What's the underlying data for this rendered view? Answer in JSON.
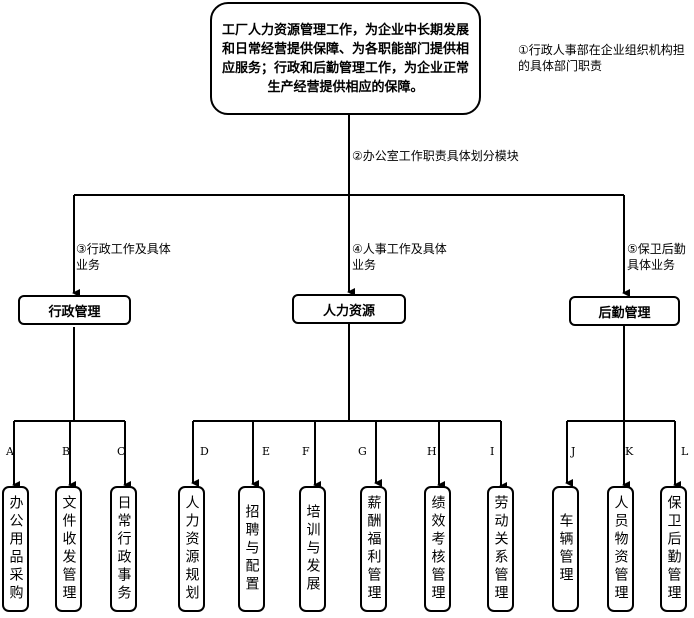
{
  "root_text": "工厂人力资源管理工作，为企业中长期发展和日常经营提供保障、为各职能部门提供相应服务；行政和后勤管理工作，为企业正常生产经营提供相应的保障。",
  "notes": {
    "n1": "①行政人事部在企业组织机构担的具体部门职责",
    "n2": "②办公室工作职责具体划分模块",
    "n3": "③行政工作及具体业务",
    "n4": "④人事工作及具体业务",
    "n5": "⑤保卫后勤具体业务"
  },
  "departments": {
    "admin": "行政管理",
    "hr": "人力资源",
    "logistics": "后勤管理"
  },
  "leaves": [
    {
      "letter": "A",
      "label": "办公用品采购"
    },
    {
      "letter": "B",
      "label": "文件收发管理"
    },
    {
      "letter": "C",
      "label": "日常行政事务"
    },
    {
      "letter": "D",
      "label": "人力资源规划"
    },
    {
      "letter": "E",
      "label": "招聘与配置"
    },
    {
      "letter": "F",
      "label": "培训与发展"
    },
    {
      "letter": "G",
      "label": "薪酬福利管理"
    },
    {
      "letter": "H",
      "label": "绩效考核管理"
    },
    {
      "letter": "I",
      "label": "劳动关系管理"
    },
    {
      "letter": "J",
      "label": "车辆管理"
    },
    {
      "letter": "K",
      "label": "人员物资管理"
    },
    {
      "letter": "L",
      "label": "保卫后勤管理"
    }
  ]
}
